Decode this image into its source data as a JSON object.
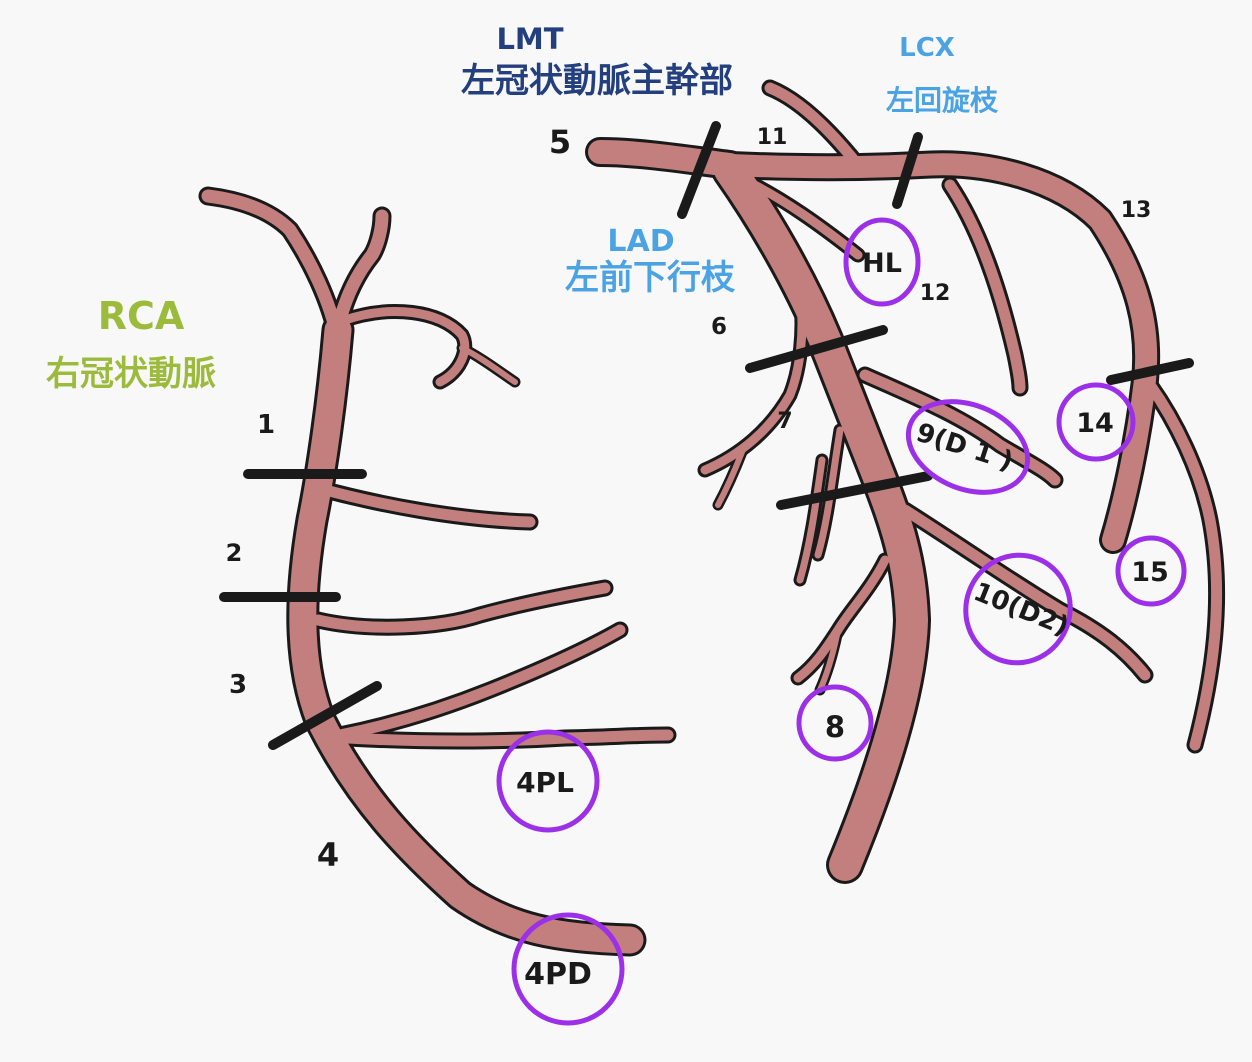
{
  "arteries": {
    "rca": {
      "abbr": "RCA",
      "name": "右冠状動脈",
      "color": "#9cbb3c"
    },
    "lmt": {
      "abbr": "LMT",
      "name": "左冠状動脈主幹部",
      "color": "#233f7e"
    },
    "lcx": {
      "abbr": "LCX",
      "name": "左回旋枝",
      "color": "#4ba3e3"
    },
    "lad": {
      "abbr": "LAD",
      "name": "左前下行枝",
      "color": "#4ba3e3"
    }
  },
  "segments": {
    "s1": "1",
    "s2": "2",
    "s3": "3",
    "s4": "4",
    "s5": "5",
    "s6": "6",
    "s7": "7",
    "s11": "11",
    "s12": "12",
    "s13": "13"
  },
  "circled": {
    "hl": "HL",
    "c8": "8",
    "c9": "9(D 1 )",
    "c10": "10(D2)",
    "c14": "14",
    "c15": "15",
    "pl": "4PL",
    "pd": "4PD"
  },
  "colors": {
    "vessel": "#c27f7d",
    "outline": "#1a1a1a",
    "ring": "#9b30e8",
    "background": "#f8f8f8"
  }
}
